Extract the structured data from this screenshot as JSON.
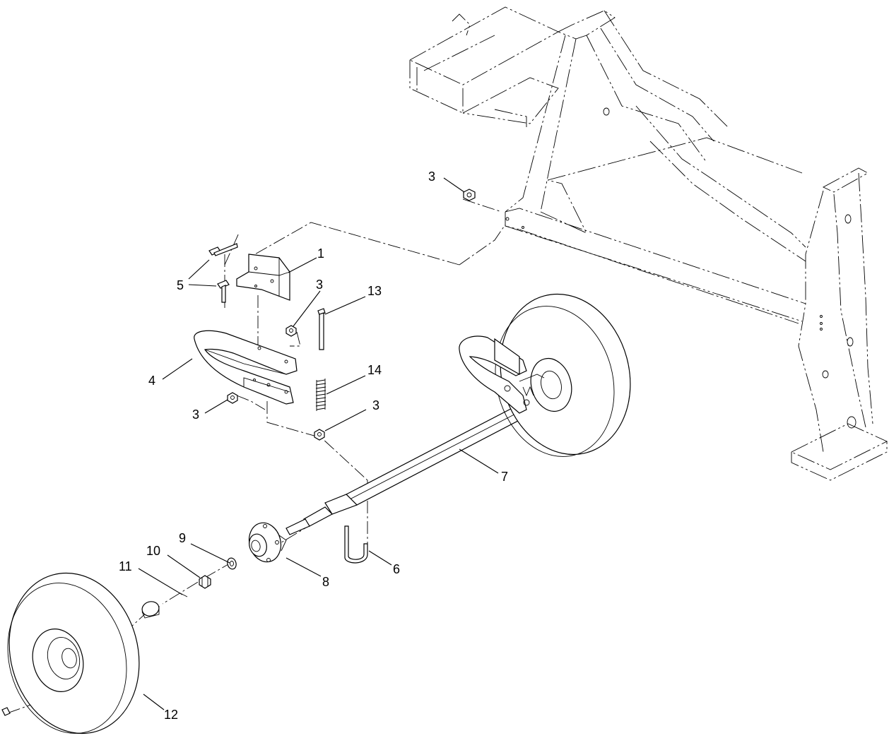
{
  "diagram": {
    "type": "exploded-parts-view",
    "callouts": {
      "c1": "1",
      "c3a": "3",
      "c3b": "3",
      "c3c": "3",
      "c3d": "3",
      "c4": "4",
      "c5": "5",
      "c6": "6",
      "c7": "7",
      "c8": "8",
      "c9": "9",
      "c10": "10",
      "c11": "11",
      "c12": "12",
      "c13": "13",
      "c14": "14"
    }
  }
}
